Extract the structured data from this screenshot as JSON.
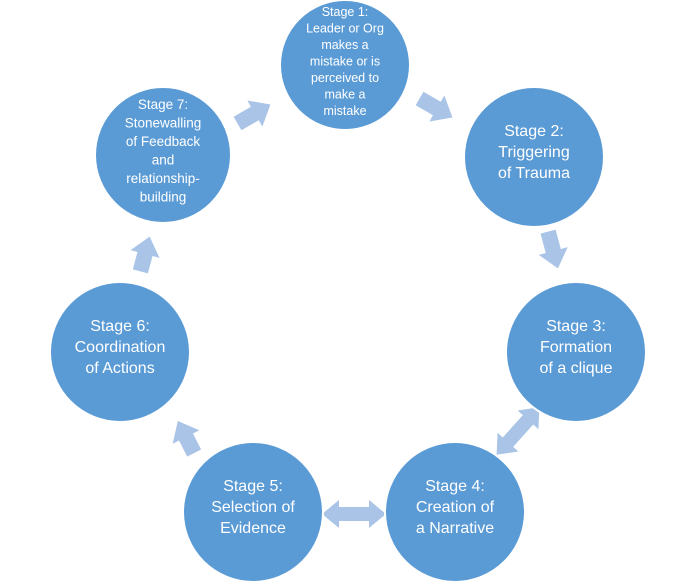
{
  "colors": {
    "circle_fill": "#5b9bd5",
    "circle_stroke": "#ffffff",
    "arrow_fill": "#a9c4e6",
    "text": "#ffffff"
  },
  "stages": [
    {
      "id": "stage-1",
      "lines": [
        "Stage 1:",
        "Leader or Org",
        "makes a",
        "mistake or is",
        "perceived to",
        "make a",
        "mistake"
      ]
    },
    {
      "id": "stage-2",
      "lines": [
        "Stage 2:",
        "Triggering",
        "of Trauma"
      ]
    },
    {
      "id": "stage-3",
      "lines": [
        "Stage 3:",
        "Formation",
        "of a clique"
      ]
    },
    {
      "id": "stage-4",
      "lines": [
        "Stage 4:",
        "Creation of",
        "a Narrative"
      ]
    },
    {
      "id": "stage-5",
      "lines": [
        "Stage 5:",
        "Selection of",
        "Evidence"
      ]
    },
    {
      "id": "stage-6",
      "lines": [
        "Stage 6:",
        "Coordination",
        "of Actions"
      ]
    },
    {
      "id": "stage-7",
      "lines": [
        "Stage 7:",
        "Stonewalling",
        "of Feedback",
        "and",
        "relationship-",
        "building"
      ]
    }
  ],
  "connectors": [
    {
      "id": "arrow-1-2",
      "type": "single"
    },
    {
      "id": "arrow-2-3",
      "type": "single"
    },
    {
      "id": "arrow-3-4",
      "type": "double"
    },
    {
      "id": "arrow-4-5",
      "type": "double"
    },
    {
      "id": "arrow-5-6",
      "type": "single"
    },
    {
      "id": "arrow-6-7",
      "type": "single"
    },
    {
      "id": "arrow-7-1",
      "type": "single"
    }
  ]
}
